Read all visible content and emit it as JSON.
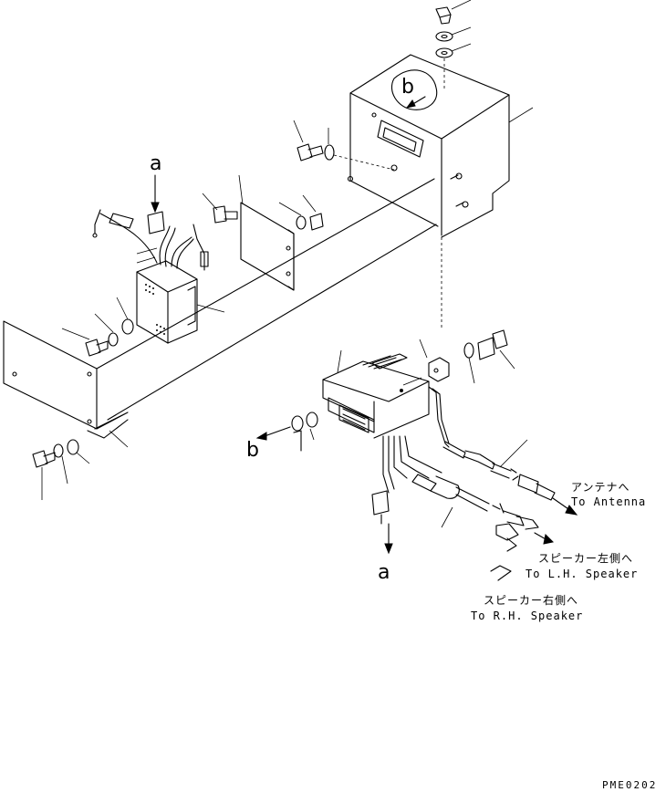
{
  "labels": {
    "ref_a_top": "a",
    "ref_a_bottom": "a",
    "ref_b_cover": "b",
    "ref_b_left": "b"
  },
  "notes": {
    "antenna_jp": "アンテナへ",
    "antenna_en": "To Antenna",
    "lh_speaker_jp": "スピーカー左側へ",
    "lh_speaker_en": "To L.H. Speaker",
    "rh_speaker_jp": "スピーカー右側へ",
    "rh_speaker_en": "To R.H. Speaker"
  },
  "drawing_code": "PME0202"
}
